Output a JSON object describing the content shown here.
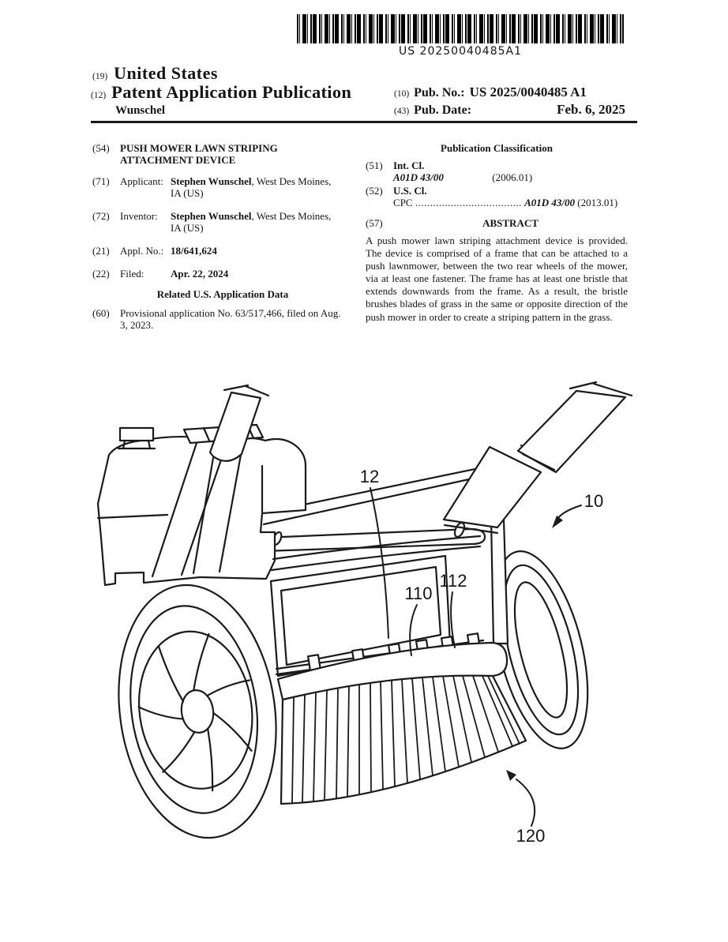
{
  "barcode": {
    "text": "US 20250040485A1"
  },
  "header": {
    "country_code": "(19)",
    "country": "United States",
    "kind_code": "(12)",
    "kind": "Patent Application Publication",
    "inventor_surname": "Wunschel",
    "pub_no_code": "(10)",
    "pub_no_label": "Pub. No.:",
    "pub_no": "US 2025/0040485 A1",
    "pub_date_code": "(43)",
    "pub_date_label": "Pub. Date:",
    "pub_date": "Feb. 6, 2025"
  },
  "left_column": {
    "title_code": "(54)",
    "title_line1": "PUSH MOWER LAWN STRIPING",
    "title_line2": "ATTACHMENT DEVICE",
    "applicant_code": "(71)",
    "applicant_label": "Applicant:",
    "applicant_name": "Stephen Wunschel",
    "applicant_rest": ", West Des Moines,",
    "applicant_line2": "IA (US)",
    "inventor_code": "(72)",
    "inventor_label": "Inventor:",
    "inventor_name": "Stephen Wunschel",
    "inventor_rest": ", West Des Moines,",
    "inventor_line2": "IA (US)",
    "appl_code": "(21)",
    "appl_label": "Appl. No.:",
    "appl_no": "18/641,624",
    "filed_code": "(22)",
    "filed_label": "Filed:",
    "filed_date": "Apr. 22, 2024",
    "related_heading": "Related U.S. Application Data",
    "provisional_code": "(60)",
    "provisional_line1": "Provisional application No. 63/517,466, filed on Aug.",
    "provisional_line2": "3, 2023."
  },
  "right_column": {
    "classification_heading": "Publication Classification",
    "intcl_code": "(51)",
    "intcl_label": "Int. Cl.",
    "intcl_class": "A01D 43/00",
    "intcl_year": "(2006.01)",
    "uscl_code": "(52)",
    "uscl_label": "U.S. Cl.",
    "cpc_label": "CPC",
    "cpc_dots": "....................................",
    "cpc_class": "A01D 43/00",
    "cpc_year": "(2013.01)",
    "abstract_code": "(57)",
    "abstract_heading": "ABSTRACT",
    "abstract_text": "A push mower lawn striping attachment device is provided. The device is comprised of a frame that can be attached to a push lawnmower, between the two rear wheels of the mower, via at least one fastener. The frame has at least one bristle that extends downwards from the frame. As a result, the bristle brushes blades of grass in the same or opposite direction of the push mower in order to create a striping pattern in the grass."
  },
  "figure": {
    "labels": {
      "device": "10",
      "frame": "12",
      "bristle": "110",
      "fastener": "112",
      "brush": "120"
    }
  }
}
